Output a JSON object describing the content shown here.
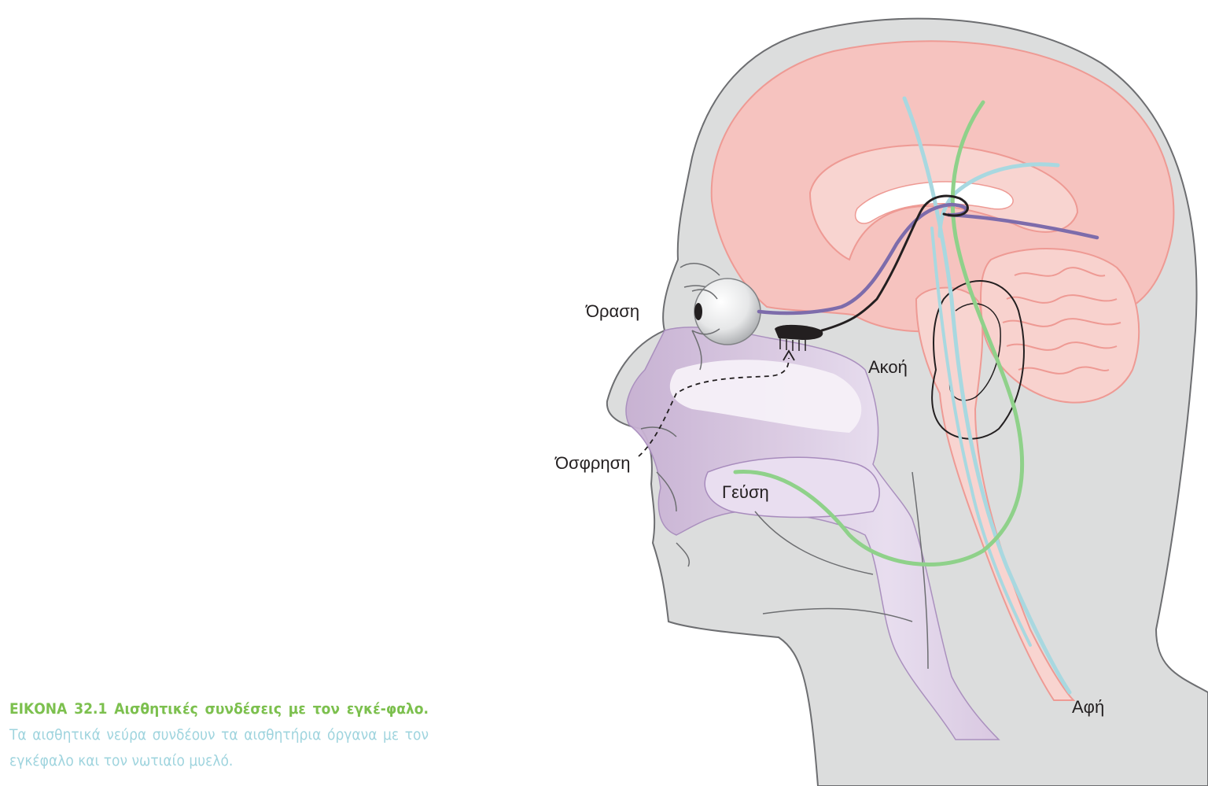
{
  "labels": {
    "vision": "Όραση",
    "hearing": "Ακοή",
    "smell": "Όσφρηση",
    "taste": "Γεύση",
    "touch": "Αφή"
  },
  "caption": {
    "title": "ΕΙΚΟΝΑ 32.1 Αισθητικές συνδέσεις με τον εγκέ-φαλο.",
    "body": "Τα αισθητικά νεύρα συνδέουν τα αισθητήρια όργανα με τον εγκέφαλο και τον νωτιαίο μυελό."
  },
  "colors": {
    "head": "#dcdddd",
    "head_outline": "#6d6e71",
    "brain": "#f5c0bc",
    "brain_outline": "#ee9a94",
    "cavity": "#cdb6d6",
    "vision_nerve": "#7d6cab",
    "hearing_nerve": "#231f20",
    "taste_nerve": "#8fd18a",
    "touch_nerve": "#a8d8e0",
    "spinal_cord": "#f5b5b0",
    "caption_title": "#7cc04e",
    "caption_body": "#9fd4de"
  }
}
